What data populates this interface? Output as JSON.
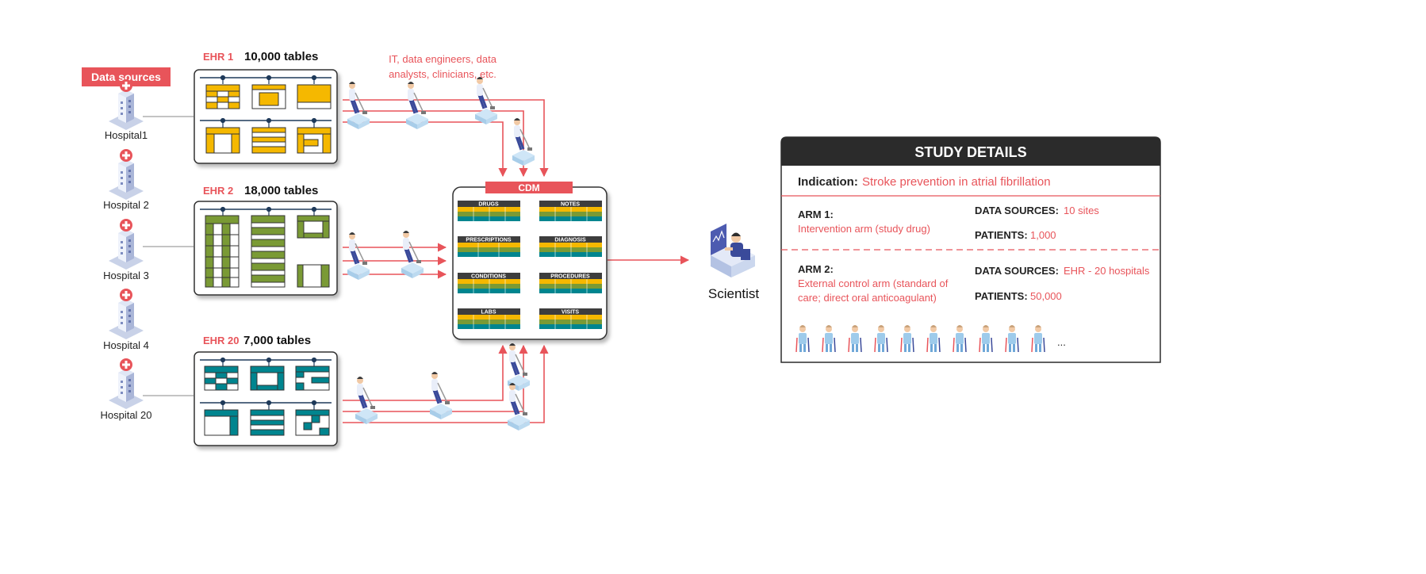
{
  "sources_label": "Data sources",
  "hospitals": [
    {
      "label": "Hospital1"
    },
    {
      "label": "Hospital 2"
    },
    {
      "label": "Hospital 3"
    },
    {
      "label": "Hospital 4"
    },
    {
      "label": "Hospital 20"
    }
  ],
  "ellipsis_vertical": "⋮",
  "ehrs": [
    {
      "name": "EHR 1",
      "tables": "10,000 tables",
      "color": "#f5b800"
    },
    {
      "name": "EHR 2",
      "tables": "18,000 tables",
      "color": "#7a9a35"
    },
    {
      "name": "EHR 20",
      "tables": "7,000 tables",
      "color": "#00858f"
    }
  ],
  "workers_label": [
    "IT, data engineers, data",
    "analysts, clinicians, etc."
  ],
  "cdm": {
    "title": "CDM",
    "tables": [
      "DRUGS",
      "NOTES",
      "PRESCRIPTIONS",
      "DIAGNOSIS",
      "CONDITIONS",
      "PROCEDURES",
      "LABS",
      "VISITS"
    ]
  },
  "scientist_label": "Scientist",
  "study": {
    "title": "STUDY DETAILS",
    "indication_label": "Indication:",
    "indication_value": "Stroke prevention in atrial fibrillation",
    "arm1": {
      "title": "ARM 1:",
      "desc": "Intervention arm (study drug)",
      "sources_label": "DATA SOURCES:",
      "sources_value": "10 sites",
      "patients_label": "PATIENTS:",
      "patients_value": "1,000"
    },
    "arm2": {
      "title": "ARM 2:",
      "desc": [
        "External control arm (standard of",
        "care; direct oral anticoagulant)"
      ],
      "sources_label": "DATA SOURCES:",
      "sources_value": "EHR - 20 hospitals",
      "patients_label": "PATIENTS:",
      "patients_value": "50,000"
    },
    "more": "..."
  },
  "colors": {
    "red": "#e8545a",
    "dark": "#333333",
    "ehr_label": "#e8545a",
    "header_bg": "#2b2b2b"
  }
}
